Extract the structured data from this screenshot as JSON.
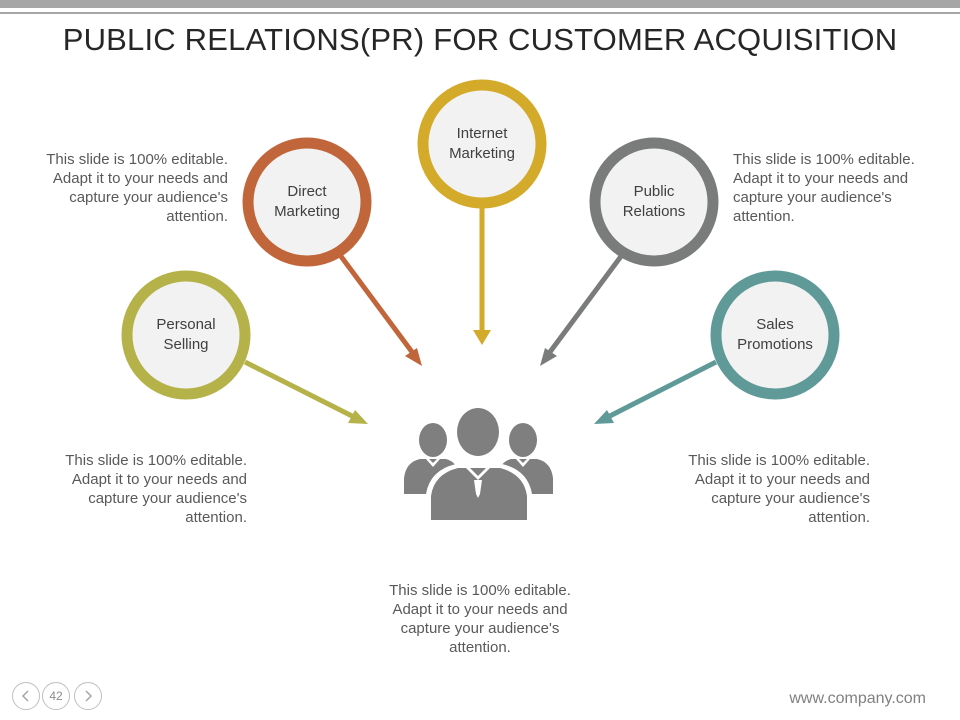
{
  "slide": {
    "title": "PUBLIC RELATIONS(PR) FOR CUSTOMER ACQUISITION",
    "page_number": "42",
    "footer_url": "www.company.com"
  },
  "nodes": [
    {
      "id": "personal-selling",
      "label_line1": "Personal",
      "label_line2": "Selling",
      "color": "#b5b24a"
    },
    {
      "id": "direct-marketing",
      "label_line1": "Direct",
      "label_line2": "Marketing",
      "color": "#c0663a"
    },
    {
      "id": "internet-marketing",
      "label_line1": "Internet",
      "label_line2": "Marketing",
      "color": "#d4aa2a"
    },
    {
      "id": "public-relations",
      "label_line1": "Public",
      "label_line2": "Relations",
      "color": "#7a7c7c"
    },
    {
      "id": "sales-promotions",
      "label_line1": "Sales",
      "label_line2": "Promotions",
      "color": "#5f9a98"
    }
  ],
  "notes": {
    "top_left": {
      "l1": "This slide is 100% editable.",
      "l2": "Adapt it to your needs and",
      "l3": "capture your audience's",
      "l4": "attention."
    },
    "top_right": {
      "l1": "This slide is 100% editable.",
      "l2": "Adapt it to your needs and",
      "l3": "capture your audience's",
      "l4": "attention."
    },
    "middle_left": {
      "l1": "This slide is 100% editable.",
      "l2": "Adapt it to your needs and",
      "l3": "capture your audience's",
      "l4": "attention."
    },
    "middle_right": {
      "l1": "This slide is 100% editable.",
      "l2": "Adapt it to your needs and",
      "l3": "capture your audience's",
      "l4": "attention."
    },
    "bottom": {
      "l1": "This slide is 100% editable.",
      "l2": "Adapt it to your needs and",
      "l3": "capture your audience's",
      "l4": "attention."
    }
  },
  "center_icon": {
    "name": "people-group-icon",
    "color": "#7f7f7f"
  },
  "nav": {
    "prev_icon": "chevron-left-icon",
    "next_icon": "chevron-right-icon"
  }
}
